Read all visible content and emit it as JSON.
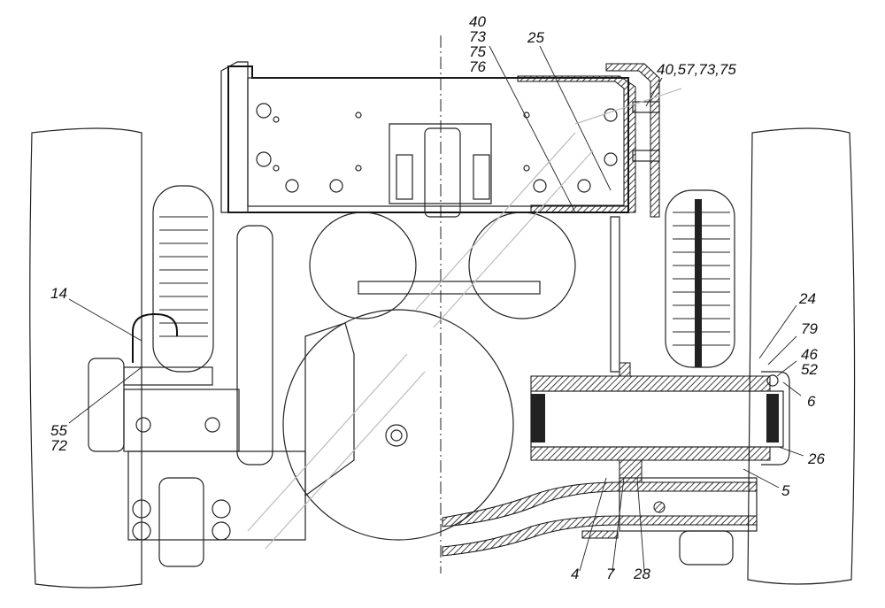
{
  "drawing": {
    "callouts": [
      {
        "id": "c-40-73-75-76",
        "text": "40\n73\n75\n76"
      },
      {
        "id": "c-25",
        "text": "25"
      },
      {
        "id": "c-40-57-73-75",
        "text": "40,57,73,75"
      },
      {
        "id": "c-14",
        "text": "14"
      },
      {
        "id": "c-55-72",
        "text": "55\n72"
      },
      {
        "id": "c-24",
        "text": "24"
      },
      {
        "id": "c-79",
        "text": "79"
      },
      {
        "id": "c-46-52",
        "text": "46\n52"
      },
      {
        "id": "c-6",
        "text": "6"
      },
      {
        "id": "c-26",
        "text": "26"
      },
      {
        "id": "c-5",
        "text": "5"
      },
      {
        "id": "c-4",
        "text": "4"
      },
      {
        "id": "c-7",
        "text": "7"
      },
      {
        "id": "c-28",
        "text": "28"
      }
    ],
    "colors": {
      "line": "#222222",
      "background": "#ffffff",
      "watermark": "#bbbbbb"
    }
  }
}
